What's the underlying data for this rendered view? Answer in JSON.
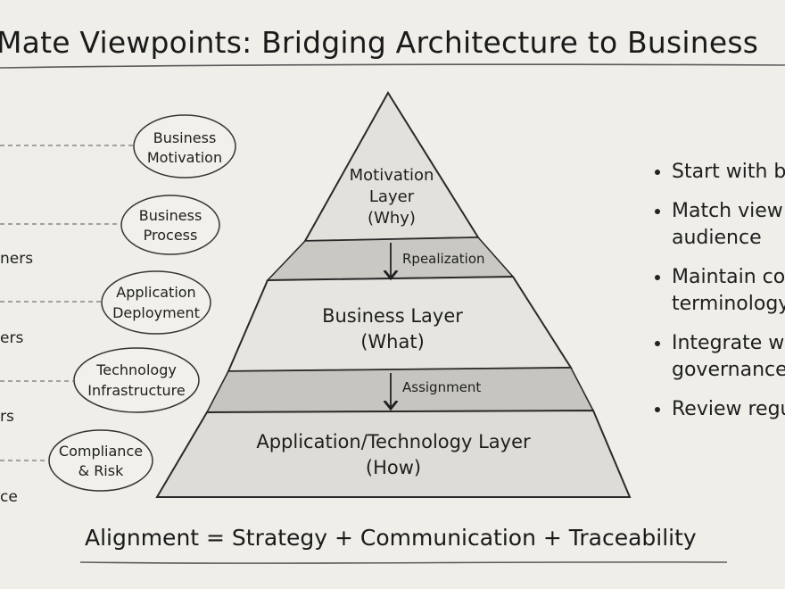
{
  "title": "Mate Viewpoints: Bridging Architecture to Business",
  "pyramid": {
    "top": [
      "Motivation",
      "Layer",
      "(Why)"
    ],
    "middle": [
      "Business Layer",
      "(What)"
    ],
    "bottom": [
      "Application/Technology Layer",
      "(How)"
    ],
    "arrow1": "Rpealization",
    "arrow2": "Assignment"
  },
  "viewpoints": [
    [
      "Business",
      "Motivation"
    ],
    [
      "Business",
      "Process"
    ],
    [
      "Application",
      "Deployment"
    ],
    [
      "Technology",
      "Infrastructure"
    ],
    [
      "Compliance",
      "& Risk"
    ]
  ],
  "left_fragments": [
    "ners",
    "ers",
    "rs",
    "ce"
  ],
  "bullets": [
    [
      "Start with b"
    ],
    [
      "Match view",
      "audience"
    ],
    [
      "Maintain co",
      "terminology"
    ],
    [
      "Integrate w",
      "governance"
    ],
    [
      "Review regu"
    ]
  ],
  "footer": "Alignment = Strategy + Communication + Traceability"
}
